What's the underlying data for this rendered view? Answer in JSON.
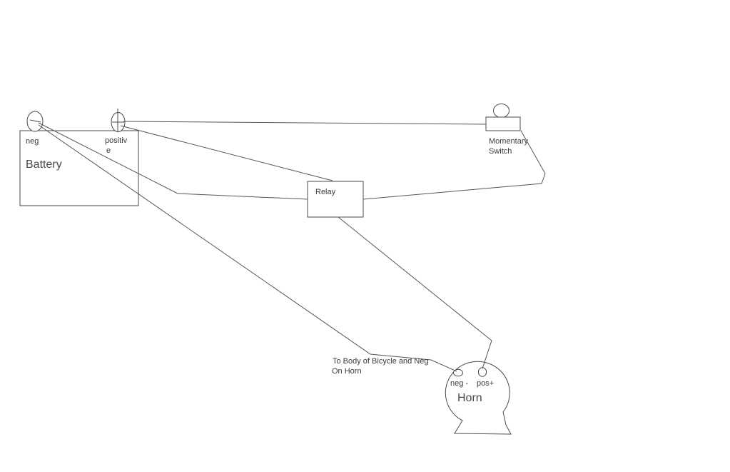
{
  "colors": {
    "background": "#ffffff",
    "line": "#4a4a4a",
    "wire": "#555555",
    "text": "#3a3a3a"
  },
  "battery": {
    "label": "Battery",
    "neg_terminal_label": "neg",
    "pos_terminal_label_lines": [
      "positiv",
      "e"
    ]
  },
  "momentary_switch": {
    "label_lines": [
      "Momentary",
      "Switch"
    ]
  },
  "relay": {
    "label": "Relay"
  },
  "horn": {
    "label": "Horn",
    "neg_terminal_label": "neg -",
    "pos_terminal_label": "pos+"
  },
  "note": {
    "lines": [
      "To Body of Bicycle and Neg",
      "On Horn"
    ]
  }
}
